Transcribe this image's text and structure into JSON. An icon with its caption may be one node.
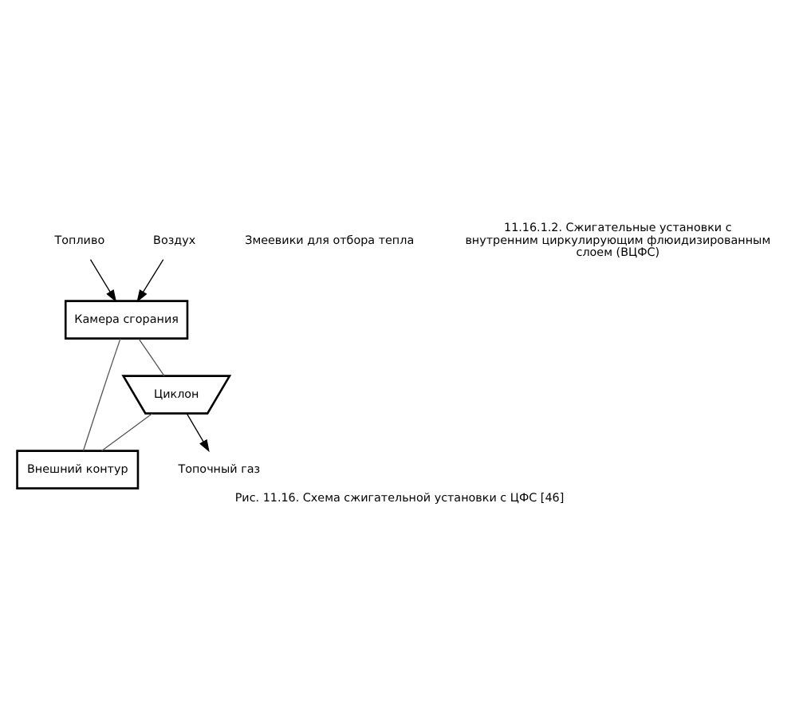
{
  "diagram": {
    "caption": "Рис. 11.16. Схема сжигательной установки с ЦФС [46]",
    "nodes": [
      {
        "text": [
          "Камера сгорания"
        ]
      },
      {
        "text": [
          "Циклон"
        ]
      },
      {
        "text": [
          "Внешний контур"
        ]
      },
      {
        "text": [
          "Топливо"
        ]
      },
      {
        "text": [
          "Воздух"
        ]
      },
      {
        "text": [
          "Топочный газ"
        ]
      }
    ],
    "edges": [
      {
        "from": 3,
        "to": 0,
        "arrow": "to"
      },
      {
        "from": 4,
        "to": 0,
        "arrow": "to"
      },
      {
        "from": 0,
        "to": 1,
        "arrow": "none",
        "color": "#555555"
      },
      {
        "from": 1,
        "to": 2,
        "arrow": "none",
        "color": "#555555"
      },
      {
        "from": 2,
        "to": 0,
        "arrow": "none",
        "color": "#555555"
      },
      {
        "from": 1,
        "to": 5,
        "arrow": "to"
      }
    ],
    "labels": [
      "Змеевики для отбора тепла",
      "11.16.1.2. Сжигательные установки с внутренним циркулирующим флюидизированным слоем (ВЦФС)"
    ]
  }
}
